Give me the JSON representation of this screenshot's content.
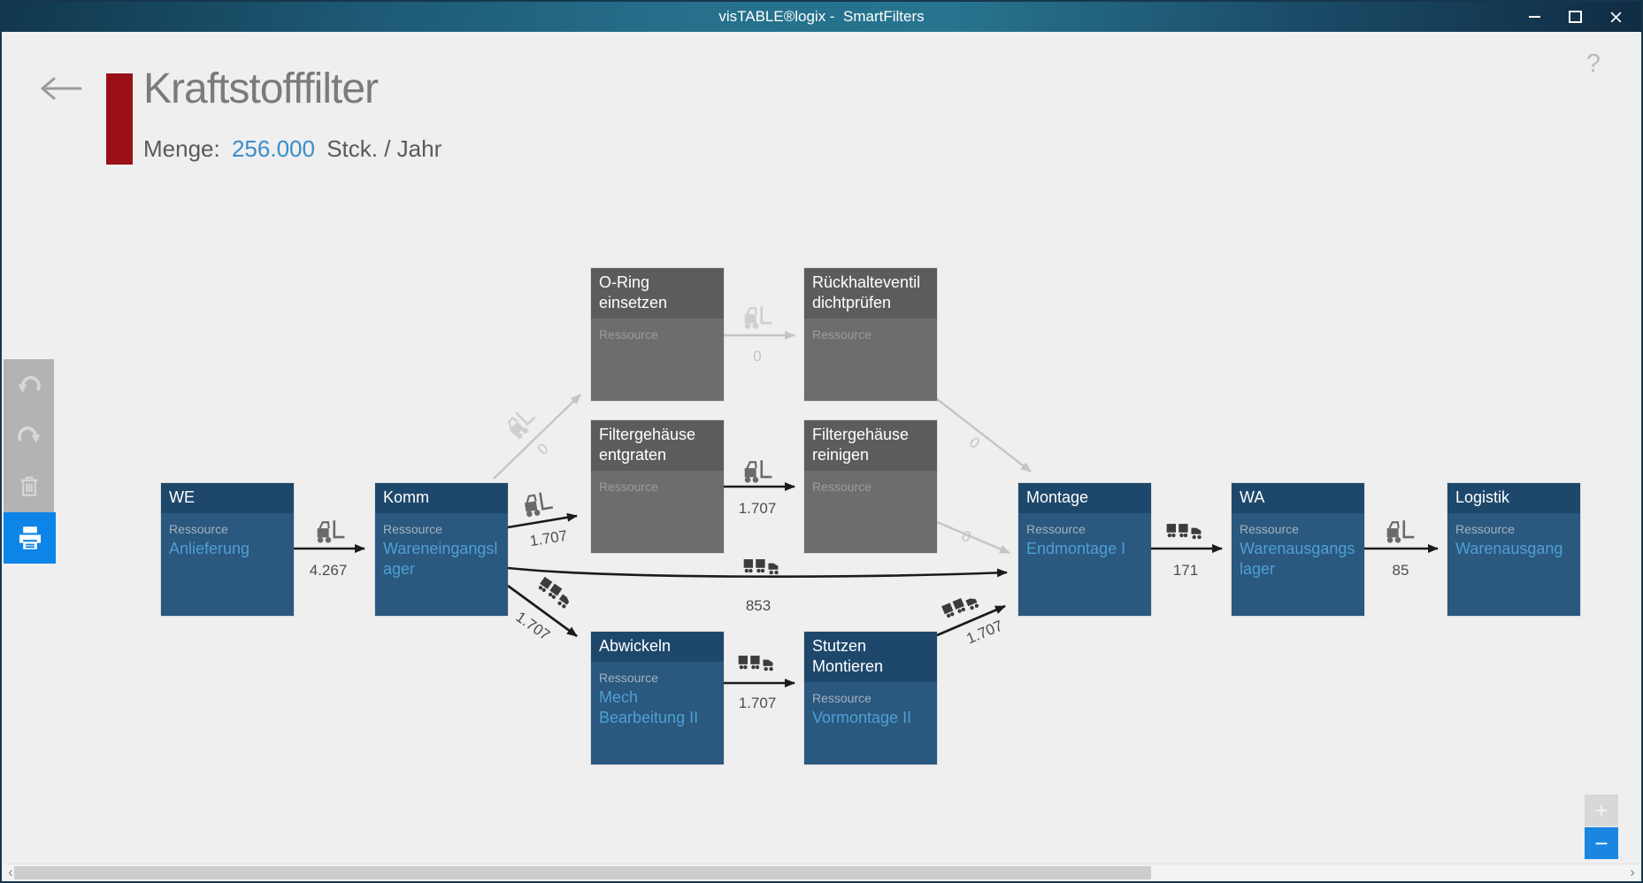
{
  "window": {
    "title": "visTABLE®logix -  SmartFilters"
  },
  "header": {
    "title": "Kraftstofffilter",
    "quantity_label": "Menge:",
    "quantity_value": "256.000",
    "quantity_unit": "Stck. / Jahr",
    "help": "?"
  },
  "nodes": [
    {
      "title": "WE",
      "resource_label": "Ressource",
      "resource_value": "Anlieferung"
    },
    {
      "title": "Komm",
      "resource_label": "Ressource",
      "resource_value": "Wareneingangslager"
    },
    {
      "title": "O-Ring einsetzen",
      "resource_label": "Ressource",
      "resource_value": ""
    },
    {
      "title": "Rückhalteventil dichtprüfen",
      "resource_label": "Ressource",
      "resource_value": ""
    },
    {
      "title": "Filtergehäuse entgraten",
      "resource_label": "Ressource",
      "resource_value": ""
    },
    {
      "title": "Filtergehäuse reinigen",
      "resource_label": "Ressource",
      "resource_value": ""
    },
    {
      "title": "Abwickeln",
      "resource_label": "Ressource",
      "resource_value": "Mech Bearbeitung II"
    },
    {
      "title": "Stutzen Montieren",
      "resource_label": "Ressource",
      "resource_value": "Vormontage II"
    },
    {
      "title": "Montage",
      "resource_label": "Ressource",
      "resource_value": "Endmontage I"
    },
    {
      "title": "WA",
      "resource_label": "Ressource",
      "resource_value": "Warenausgangslager"
    },
    {
      "title": "Logistik",
      "resource_label": "Ressource",
      "resource_value": "Warenausgang"
    }
  ],
  "edges": [
    {
      "from": "WE",
      "to": "Komm",
      "label": "4.267",
      "transport": "forklift",
      "active": true
    },
    {
      "from": "Komm",
      "to": "O-Ring einsetzen",
      "label": "0",
      "transport": "forklift",
      "active": false
    },
    {
      "from": "O-Ring einsetzen",
      "to": "Rückhalteventil dichtprüfen",
      "label": "0",
      "transport": "forklift",
      "active": false
    },
    {
      "from": "Rückhalteventil dichtprüfen",
      "to": "Montage",
      "label": "0",
      "transport": "none",
      "active": false
    },
    {
      "from": "Komm",
      "to": "Filtergehäuse entgraten",
      "label": "1.707",
      "transport": "forklift",
      "active": true
    },
    {
      "from": "Filtergehäuse entgraten",
      "to": "Filtergehäuse reinigen",
      "label": "1.707",
      "transport": "forklift",
      "active": true
    },
    {
      "from": "Filtergehäuse reinigen",
      "to": "Montage",
      "label": "0",
      "transport": "none",
      "active": false
    },
    {
      "from": "Komm",
      "to": "Montage",
      "label": "853",
      "transport": "tugger-train",
      "active": true
    },
    {
      "from": "Komm",
      "to": "Abwickeln",
      "label": "1.707",
      "transport": "tugger-train",
      "active": true
    },
    {
      "from": "Abwickeln",
      "to": "Stutzen Montieren",
      "label": "1.707",
      "transport": "tugger-train",
      "active": true
    },
    {
      "from": "Stutzen Montieren",
      "to": "Montage",
      "label": "1.707",
      "transport": "tugger-train",
      "active": true
    },
    {
      "from": "Montage",
      "to": "WA",
      "label": "171",
      "transport": "tugger-train",
      "active": true
    },
    {
      "from": "WA",
      "to": "Logistik",
      "label": "85",
      "transport": "forklift",
      "active": true
    }
  ],
  "zoom_controls": {
    "zoom_in": "+",
    "zoom_out": "−"
  },
  "scrollbar": {
    "left_arrow": "‹",
    "right_arrow": "›"
  },
  "icons": [
    "back-arrow-icon",
    "help-icon",
    "undo-icon",
    "redo-icon",
    "trash-icon",
    "printer-icon",
    "forklift-icon",
    "tugger-train-icon",
    "minimize-icon",
    "maximize-icon",
    "close-icon",
    "zoom-in-icon",
    "zoom-out-icon",
    "scroll-left-icon",
    "scroll-right-icon"
  ],
  "colors": {
    "accent_red": "#9a1016",
    "node_blue_header": "#1e486b",
    "node_blue_body": "#2a587e",
    "node_gray_header": "#5c5c5c",
    "node_gray_body": "#6d6d6d",
    "resource_link_blue": "#4f9fd4",
    "quantity_blue": "#3a8cca",
    "print_active_blue": "#0d84e8",
    "zoom_out_blue": "#1a86e2",
    "edge_dark": "#1b1b1b",
    "edge_gray": "#c5c5c5"
  }
}
